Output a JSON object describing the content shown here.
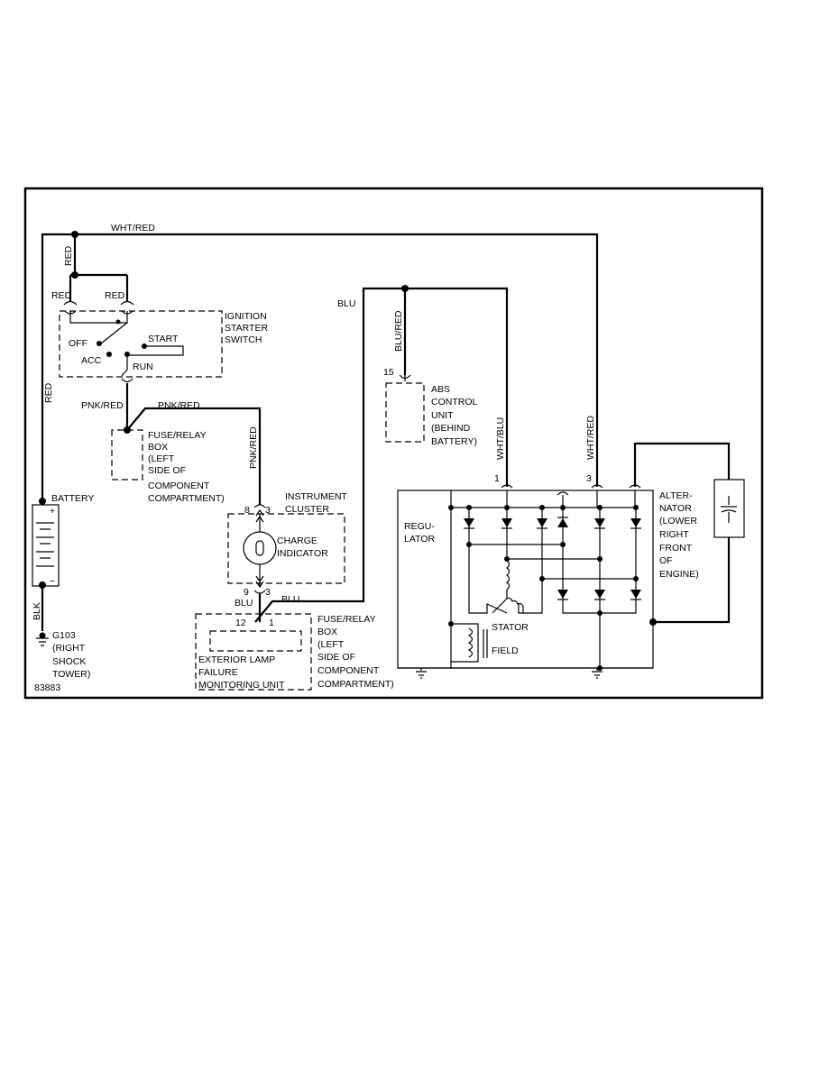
{
  "diagram_id": "83883",
  "wires": {
    "top": "WHT/RED",
    "red_vertical_top": "RED",
    "red_left_main": "RED",
    "red_switch_left": "RED",
    "red_switch_right": "RED",
    "pnk_red_left": "PNK/RED",
    "pnk_red_top": "PNK/RED",
    "pnk_red_vertical": "PNK/RED",
    "blu_top": "BLU",
    "blu_red_vertical": "BLU/RED",
    "wht_blu_vertical": "WHT/BLU",
    "wht_red_vertical": "WHT/RED",
    "blu_lower_left": "BLU",
    "blu_lower_right": "BLU",
    "blk": "BLK"
  },
  "components": {
    "ignition": {
      "lines": [
        "IGNITION",
        "STARTER",
        "SWITCH"
      ],
      "off": "OFF",
      "acc": "ACC",
      "start": "START",
      "run": "RUN"
    },
    "fuse_box_upper": {
      "lines": [
        "FUSE/RELAY",
        "BOX",
        "(LEFT",
        "SIDE OF",
        "COMPONENT",
        "COMPARTMENT)"
      ]
    },
    "instrument_cluster": {
      "lines": [
        "INSTRUMENT",
        "CLUSTER"
      ],
      "indicator_lines": [
        "CHARGE",
        "INDICATOR"
      ],
      "pin_top_left": "8",
      "pin_top_right": "3",
      "pin_bottom_left": "9",
      "pin_bottom_right": "3"
    },
    "battery": {
      "label": "BATTERY",
      "plus": "+",
      "minus": "−"
    },
    "ground": {
      "lines": [
        "G103",
        "(RIGHT",
        "SHOCK",
        "TOWER)"
      ]
    },
    "lamp_unit": {
      "pin_left": "12",
      "pin_right": "1",
      "lines": [
        "EXTERIOR LAMP",
        "FAILURE",
        "MONITORING UNIT"
      ]
    },
    "fuse_box_lower": {
      "lines": [
        "FUSE/RELAY",
        "BOX",
        "(LEFT",
        "SIDE OF",
        "COMPONENT",
        "COMPARTMENT)"
      ]
    },
    "abs": {
      "pin": "15",
      "lines": [
        "ABS",
        "CONTROL",
        "UNIT",
        "(BEHIND",
        "BATTERY)"
      ]
    },
    "alternator": {
      "regulator_lines": [
        "REGU-",
        "LATOR"
      ],
      "stator": "STATOR",
      "field": "FIELD",
      "pin_1": "1",
      "pin_3": "3",
      "lines": [
        "ALTER-",
        "NATOR",
        "(LOWER",
        "RIGHT",
        "FRONT",
        "OF",
        "ENGINE)"
      ]
    }
  }
}
